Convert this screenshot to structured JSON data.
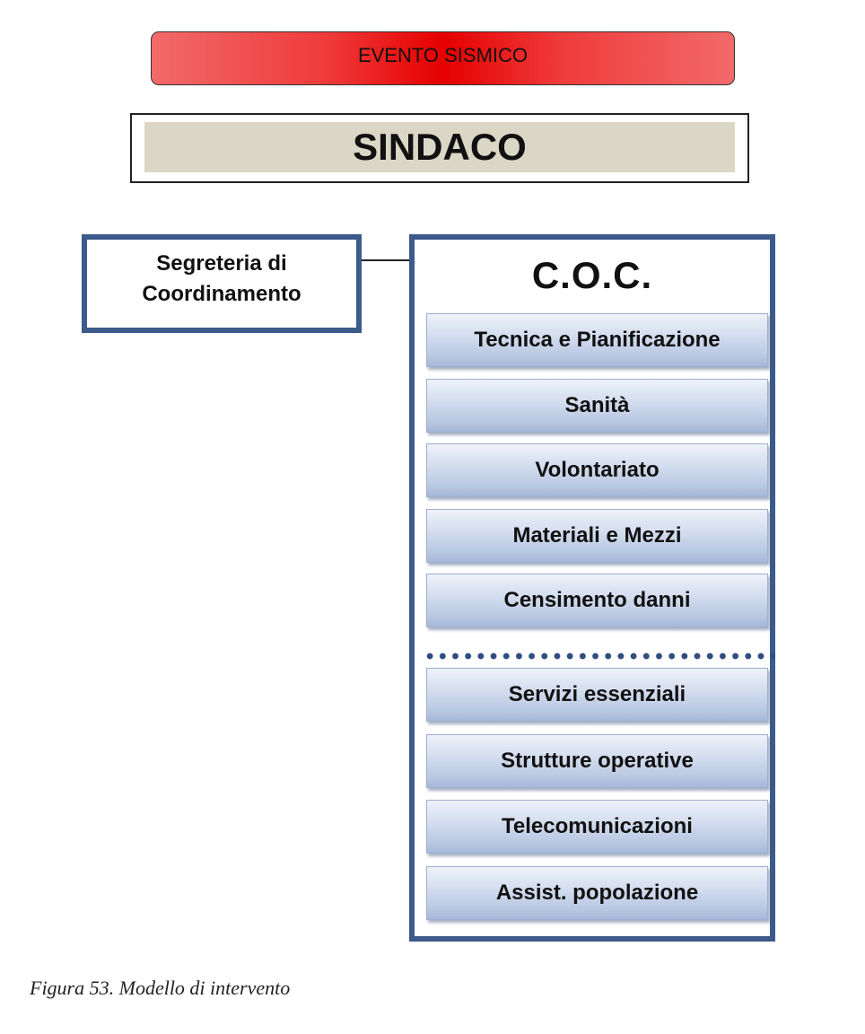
{
  "header": {
    "event_label": "EVENTO SISMICO",
    "authority_label": "SINDACO",
    "event_color": "#e60000"
  },
  "secretariat": {
    "line1": "Segreteria di",
    "line2": "Coordinamento"
  },
  "coc": {
    "title": "C.O.C.",
    "border_color": "#3c5a8a",
    "functions_top": [
      "Tecnica e Pianificazione",
      "Sanità",
      "Volontariato",
      "Materiali e Mezzi",
      "Censimento danni"
    ],
    "functions_bottom": [
      "Servizi essenziali",
      "Strutture operative",
      "Telecomunicazioni",
      "Assist. popolazione"
    ]
  },
  "caption": "Figura 53. Modello di intervento"
}
